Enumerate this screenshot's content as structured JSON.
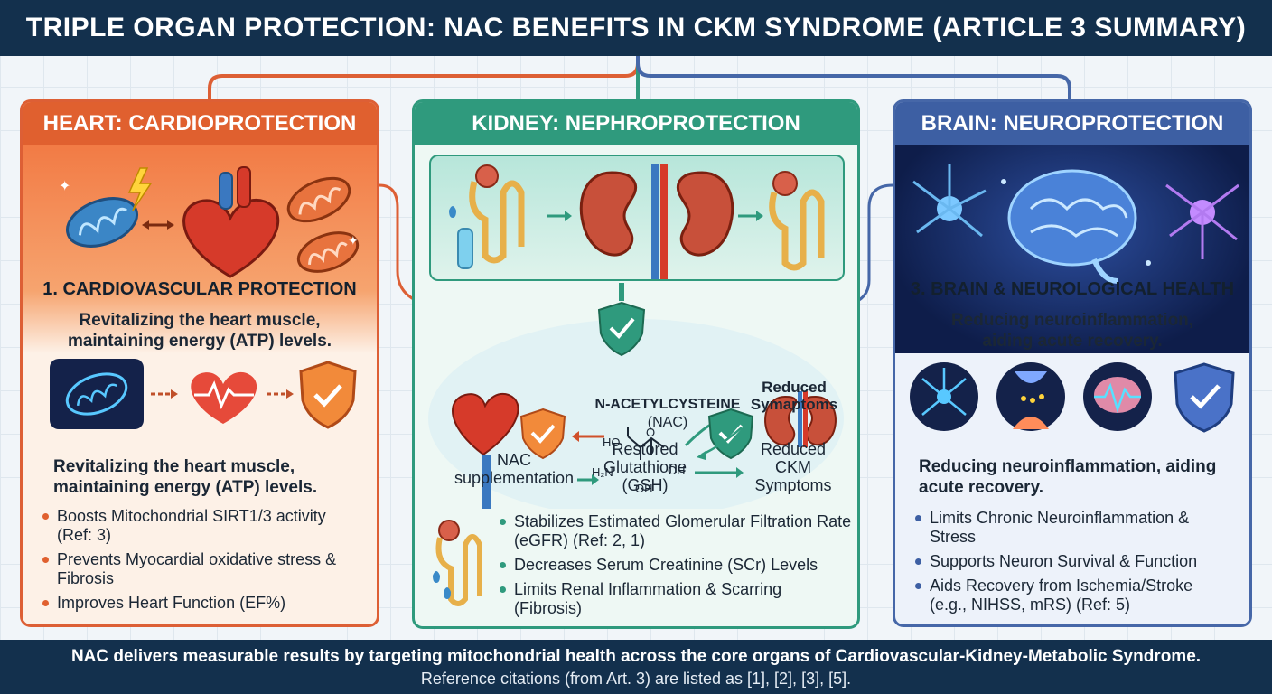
{
  "header": {
    "title": "TRIPLE ORGAN PROTECTION: NAC BENEFITS IN CKM SYNDROME (ARTICLE 3 SUMMARY)"
  },
  "heart": {
    "title": "HEART: CARDIOPROTECTION",
    "section_title": "1. CARDIOVASCULAR PROTECTION",
    "subtitle_line1": "Revitalizing the heart muscle,",
    "subtitle_line2": "maintaining energy (ATP) levels.",
    "desc_line1": "Revitalizing the heart muscle,",
    "desc_line2": "maintaining energy (ATP) levels.",
    "bullets": [
      "Boosts Mitochondrial SIRT1/3 activity (Ref: 3)",
      "Prevents Myocardial oxidative stress & Fibrosis",
      "Improves Heart Function (EF%)"
    ]
  },
  "kidney": {
    "title": "KIDNEY: NEPHROPROTECTION",
    "molecule_name": "N-ACETYLCYSTEINE",
    "molecule_abbr": "(NAC)",
    "reduced_symptoms_line1": "Reduced",
    "reduced_symptoms_line2": "Symaptoms",
    "flow": {
      "step1_line1": "NAC",
      "step1_line2": "supplementation",
      "step2_line1": "Restored",
      "step2_line2": "Glutathione",
      "step2_line3": "(GSH)",
      "step3_line1": "Reduced",
      "step3_line2": "CKM",
      "step3_line3": "Symptoms"
    },
    "chem": {
      "ho": "HO",
      "h2n": "H₂N",
      "oh1": "OH",
      "oh2": "OH",
      "o": "O"
    },
    "bullets": [
      "Stabilizes Estimated Glomerular Filtration Rate (eGFR) (Ref: 2, 1)",
      "Decreases Serum Creatinine (SCr) Levels",
      "Limits Renal Inflammation & Scarring (Fibrosis)"
    ]
  },
  "brain": {
    "title": "BRAIN: NEUROPROTECTION",
    "section_title": "3. BRAIN & NEUROLOGICAL HEALTH",
    "subtitle_line1": "Reducing neuroinflammation,",
    "subtitle_line2": "aiding acute recovery.",
    "desc_line1": "Reducing neuroinflammation, aiding",
    "desc_line2": "acute recovery.",
    "bullets": [
      "Limits Chronic Neuroinflammation & Stress",
      "Supports Neuron Survival & Function",
      "Aids Recovery from Ischemia/Stroke (e.g., NIHSS, mRS) (Ref: 5)"
    ]
  },
  "footer": {
    "line1": "NAC delivers measurable results by targeting mitochondrial health across the core organs of Cardiovascular-Kidney-Metabolic Syndrome.",
    "line2": "Reference citations (from Art. 3) are listed as [1], [2], [3], [5]."
  },
  "colors": {
    "navy": "#13304d",
    "heart_accent": "#e0602f",
    "kidney_accent": "#2f9a7d",
    "brain_accent": "#3d5fa3"
  },
  "icons": [
    "mitochondria-icon",
    "heart-icon",
    "shield-check-icon",
    "kidney-icon",
    "nephron-icon",
    "brain-icon",
    "neuron-icon",
    "synapse-icon",
    "brain-wave-icon",
    "lightning-icon"
  ]
}
